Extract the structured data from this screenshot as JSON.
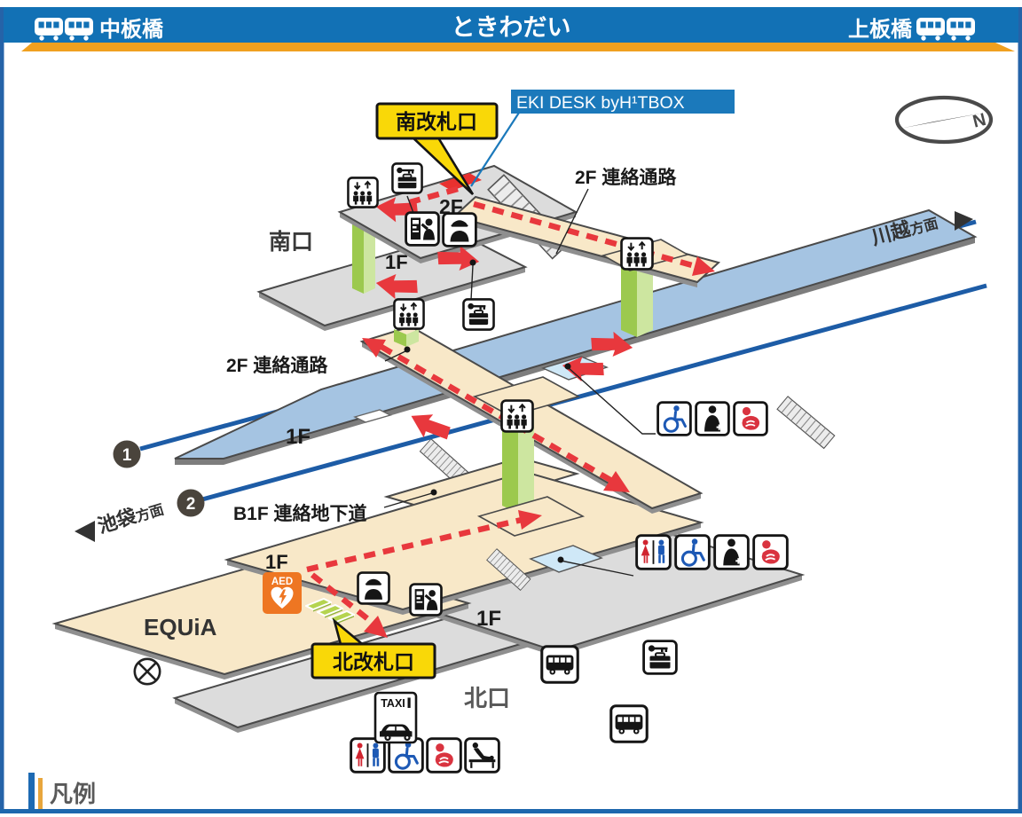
{
  "header": {
    "left_station": "中板橋",
    "title": "ときわだい",
    "right_station": "上板橋"
  },
  "map": {
    "eki_desk": "EKI DESK byH¹TBOX",
    "south_gate": "南改札口",
    "north_gate": "北改札口",
    "south_exit": "南口",
    "north_exit": "北口",
    "equia": "EQUiA",
    "passage_2f_upper": "2F 連絡通路",
    "passage_2f_lower": "2F 連絡通路",
    "underpass_b1f": "B1F 連絡地下道",
    "toward_kawagoe": {
      "main": "川越",
      "sub": "方面"
    },
    "toward_ikebukuro": {
      "main": "池袋",
      "sub": "方面"
    },
    "floors": {
      "f2": "2F",
      "f1_south": "1F",
      "f1_platform": "1F",
      "f1_north": "1F",
      "f1_plaza": "1F"
    },
    "platform_numbers": [
      "1",
      "2"
    ],
    "aed": "AED",
    "taxi": "TAXI",
    "compass_n": "N"
  },
  "legend": {
    "title": "凡例"
  },
  "icon_names": [
    "train-icon",
    "elevator-icon",
    "coin-locker-icon",
    "ticket-machine-icon",
    "station-staff-icon",
    "toilet-icon",
    "wheelchair-icon",
    "multipurpose-icon",
    "baby-room-icon",
    "diaper-changing-icon",
    "bus-stop-icon",
    "taxi-stand-icon",
    "aed-icon",
    "no-exit-icon",
    "compass-icon"
  ],
  "colors": {
    "header_blue": "#1271b5",
    "accent_orange": "#f0a01f",
    "callout_yellow": "#f9d808",
    "route_red": "#e8383d",
    "gate_green": "#b5d44f",
    "floor_beige": "#f8e8c8",
    "floor_gray": "#dcdcdc",
    "platform_blue": "#a5c4e2",
    "track_blue": "#1d5ca6",
    "toilet_pad_blue": "#cfe8f7",
    "ekidesk_blue": "#1b79bb",
    "frame_blue": "#2563a8",
    "aed_orange": "#ee7622"
  }
}
